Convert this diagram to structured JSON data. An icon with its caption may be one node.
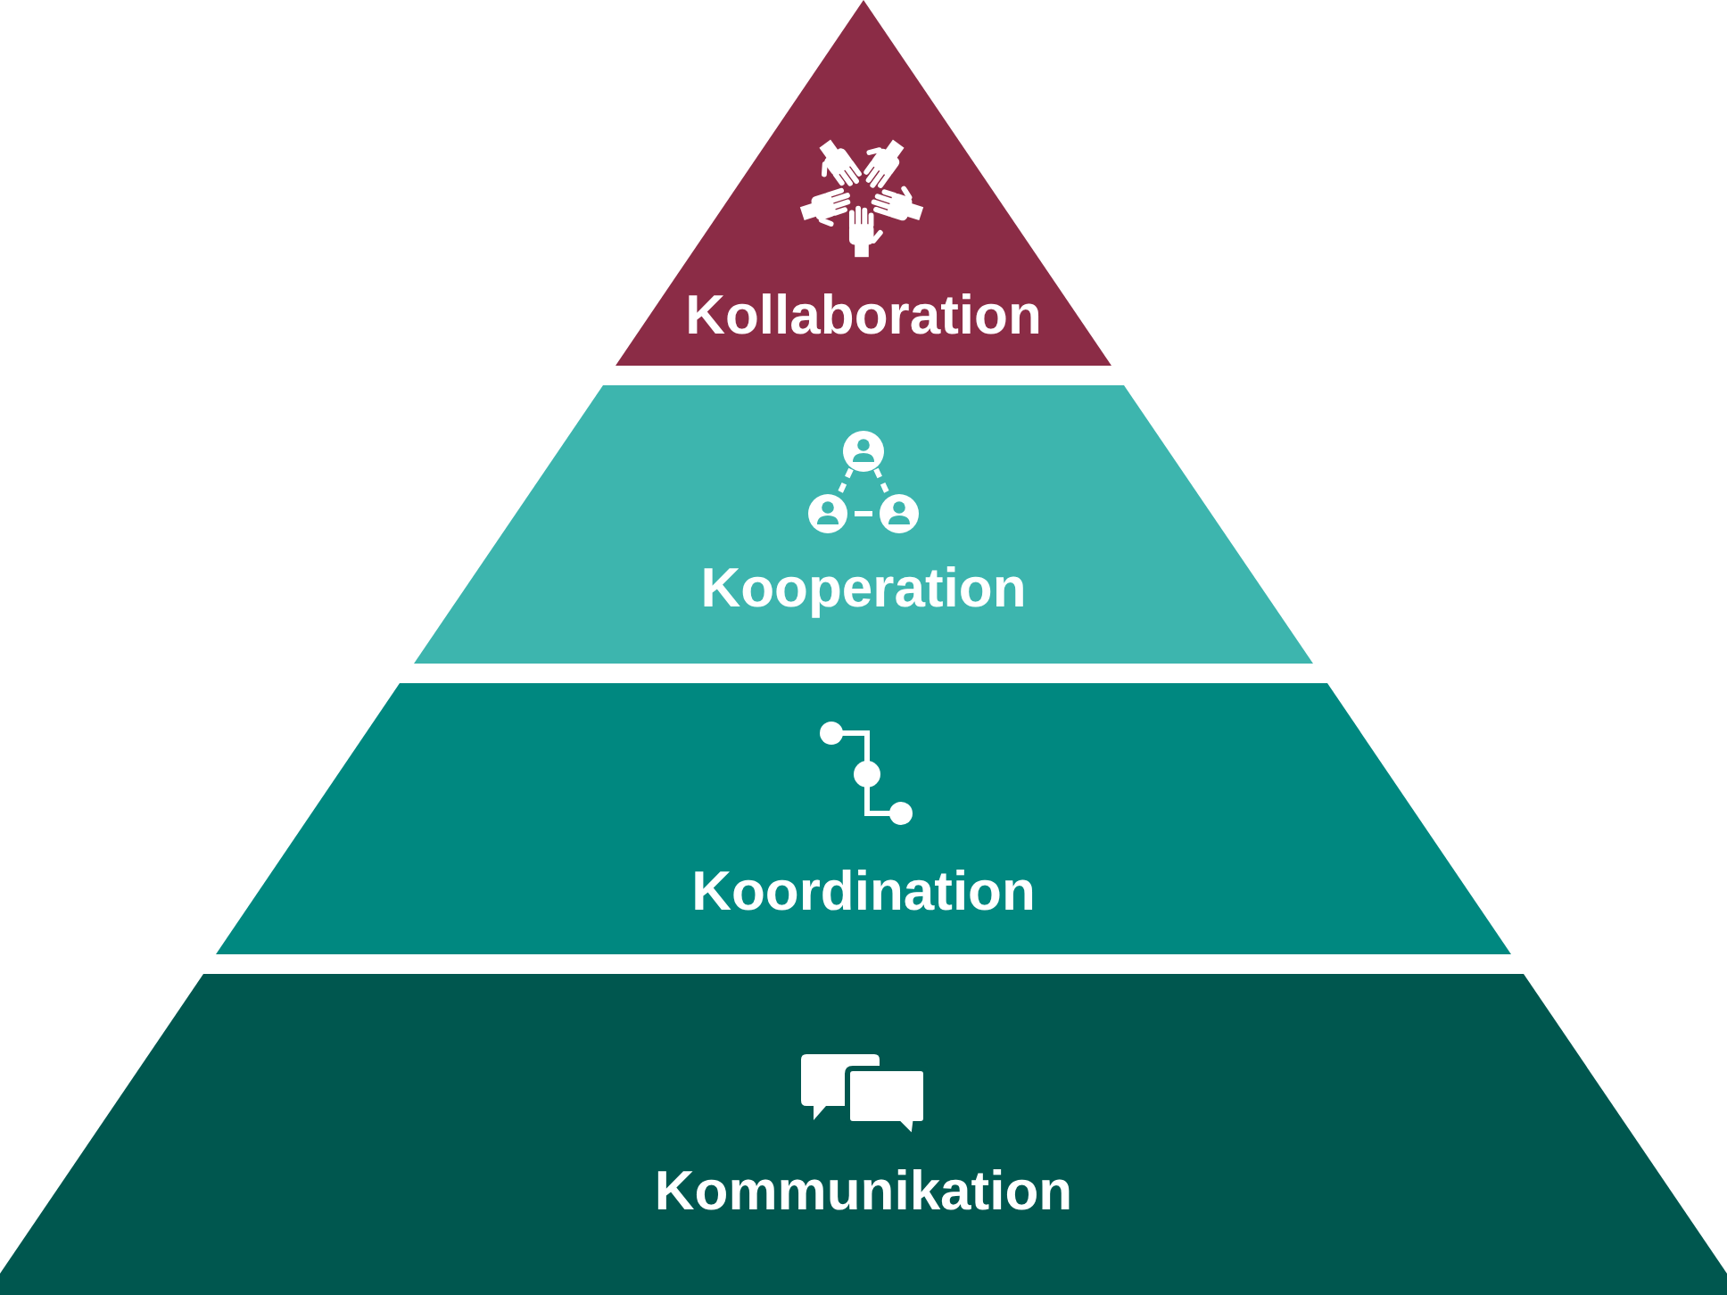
{
  "diagram": {
    "nodes": [
      {
        "text": [
          "Kollaboration"
        ]
      },
      {
        "text": [
          "Kooperation"
        ]
      },
      {
        "text": [
          "Koordination"
        ]
      },
      {
        "text": [
          "Kommunikation"
        ]
      }
    ]
  }
}
